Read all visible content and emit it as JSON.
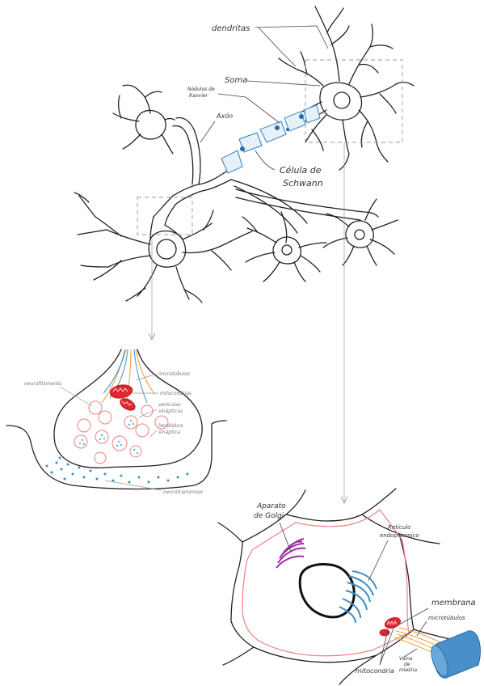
{
  "labels": {
    "dendritas": "dendritas",
    "soma": "Soma",
    "ranvier": [
      "Nódulos de",
      "Ranvier"
    ],
    "axon": "Axón",
    "schwann": [
      "Célula de",
      "Schwann"
    ]
  },
  "synapse_labels": {
    "microtubulos": "microtúbulos",
    "neurofilamento": "neurofilamento",
    "mitocondrias": "mitocondrias",
    "vesiculas": [
      "vesículas",
      "sinápticas"
    ],
    "hendidura": [
      "hendidura",
      "sináptica"
    ],
    "neurotransmisor": "neurotransmisor"
  },
  "soma_labels": {
    "golgi": [
      "Aparato",
      "de Golgi"
    ],
    "reticulo": [
      "Retículo",
      "endoplásmico"
    ],
    "membrana": "membrana",
    "microtubulos": "microtúbulos",
    "mitocondria": "mitocondria",
    "vaina": [
      "Vaina",
      "de",
      "mielina"
    ]
  },
  "colors": {
    "ink": "#222222",
    "myelin": "#4a90c8",
    "myelin_light": "#e6f1fa",
    "membrane": "#f08080",
    "mitochondria": "#e0282e",
    "golgi": "#9b2fa0",
    "reticulum": "#3a8fcb",
    "microtubule": "#f0a030",
    "neurotransmitter": "#3a8fcb"
  }
}
